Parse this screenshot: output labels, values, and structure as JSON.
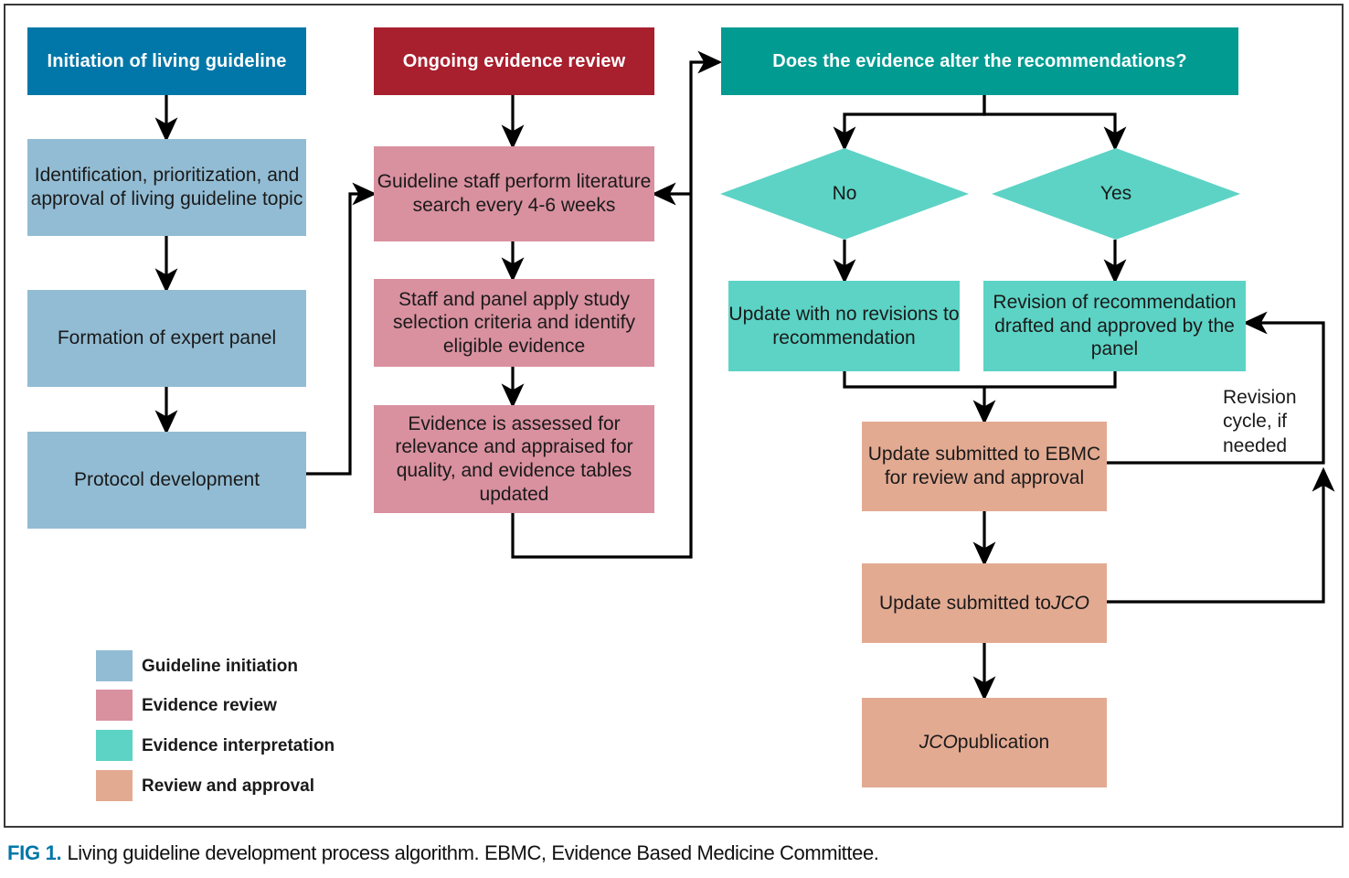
{
  "figure": {
    "caption_label": "FIG 1.",
    "caption_text": "Living guideline development process algorithm. EBMC, Evidence Based Medicine Committee."
  },
  "colors": {
    "header_blue": "#0077a8",
    "header_red": "#a81f2e",
    "header_teal": "#019b92",
    "guideline_initiation": "#92bcd4",
    "evidence_review": "#d9909f",
    "evidence_interpretation": "#5cd3c5",
    "review_and_approval": "#e3aa92",
    "connector": "#000000",
    "frame": "#3a3a3a"
  },
  "columns": {
    "initiation": {
      "header": "Initiation of living guideline",
      "steps": [
        "Identification, prioritization, and approval of living guideline topic",
        "Formation of expert panel",
        "Protocol development"
      ]
    },
    "evidence_review": {
      "header": "Ongoing evidence review",
      "steps": [
        "Guideline staff perform literature search every 4-6 weeks",
        "Staff and panel apply study selection criteria and identify eligible evidence",
        "Evidence is assessed for relevance and appraised for quality, and evidence tables updated"
      ]
    },
    "interpretation": {
      "header": "Does the evidence alter the recommendations?",
      "decisions": [
        {
          "label": "No"
        },
        {
          "label": "Yes"
        }
      ],
      "outcomes": [
        "Update with no revisions to recommendation",
        "Revision of recommendation drafted and approved by the panel"
      ]
    },
    "approval": {
      "steps": [
        "Update submitted to EBMC for review and approval",
        "Update submitted to JCO",
        "JCO publication"
      ],
      "step2_prefix": "Update submitted to ",
      "step2_italic": "JCO",
      "step3_italic": "JCO",
      "step3_suffix": " publication"
    }
  },
  "annotations": {
    "revision_cycle": "Revision cycle, if needed"
  },
  "legend": {
    "items": [
      {
        "label": "Guideline initiation",
        "color": "#92bcd4"
      },
      {
        "label": "Evidence review",
        "color": "#d9909f"
      },
      {
        "label": "Evidence interpretation",
        "color": "#5cd3c5"
      },
      {
        "label": "Review and approval",
        "color": "#e3aa92"
      }
    ]
  }
}
